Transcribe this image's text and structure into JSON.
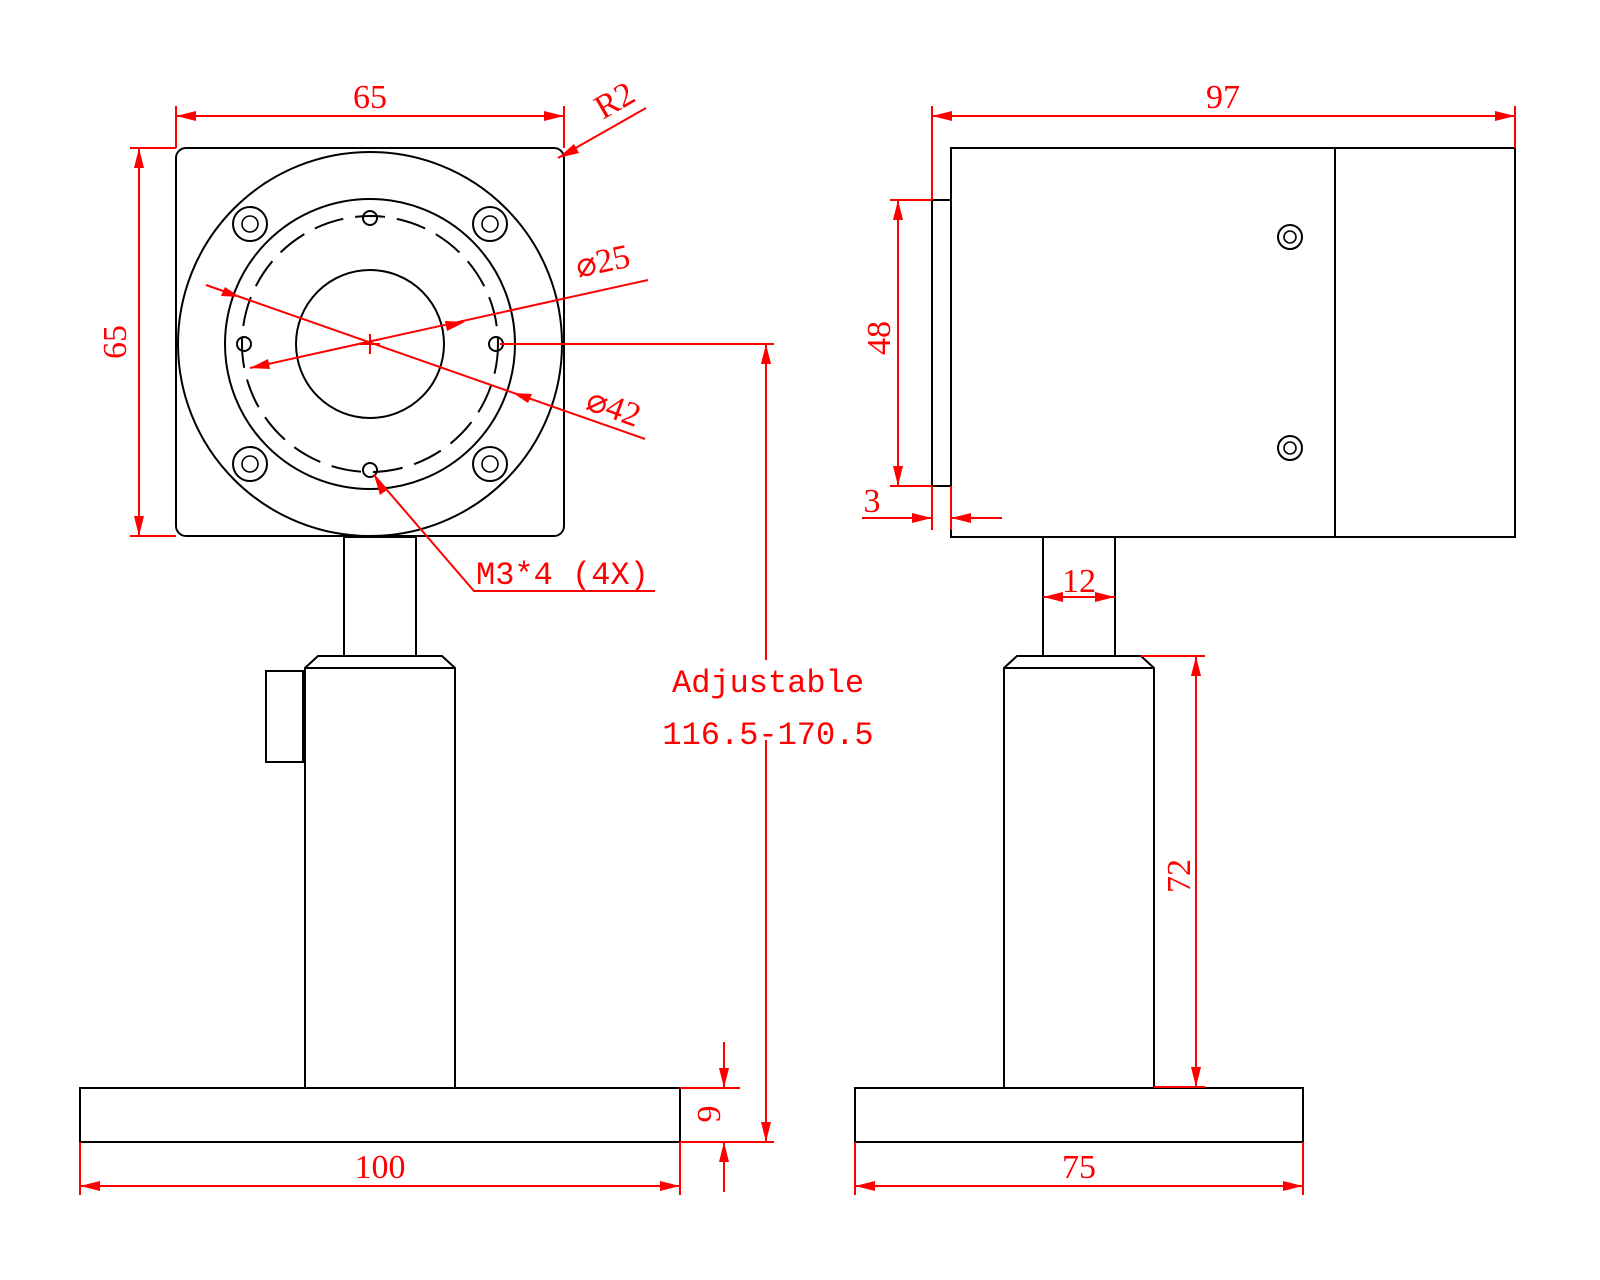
{
  "front_view": {
    "width": "65",
    "height": "65",
    "corner_radius": "R2",
    "bore_diameter": "⌀25",
    "flange_diameter": "⌀42",
    "thread_callout": "M3*4 (4X)",
    "base_width": "100",
    "base_thickness": "9",
    "adjustable_label": "Adjustable",
    "adjustable_range": "116.5-170.5"
  },
  "side_view": {
    "length": "97",
    "flange_height": "48",
    "flange_thickness": "3",
    "post_diameter": "12",
    "pillar_height": "72",
    "base_width": "75"
  },
  "colors": {
    "geometry": "#000000",
    "dimensions": "#ff0000"
  }
}
